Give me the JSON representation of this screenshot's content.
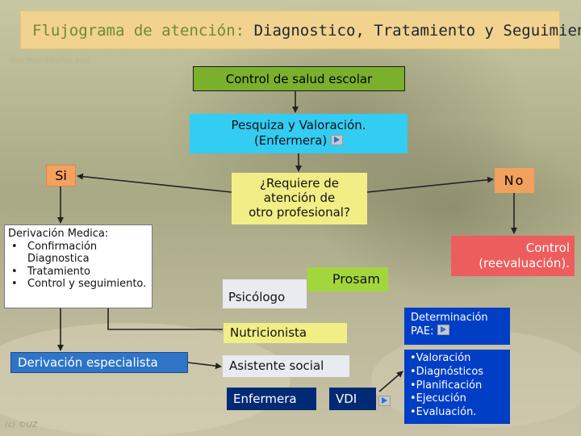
{
  "title": {
    "part1": "Flujograma de atención:",
    "part2": "Diagnostico, Tratamiento y Seguimiento"
  },
  "faded_subtitle": "Hay mas detalles aquí",
  "nodes": {
    "control_salud": "Control de salud escolar",
    "pesquiza_line1": "Pesquiza y Valoración.",
    "pesquiza_line2": "(Enfermera)",
    "si": "Si",
    "no": "No",
    "requiere_line1": "¿Requiere de",
    "requiere_line2": "atención de",
    "requiere_line3": "otro profesional?",
    "derivacion_title": "Derivación Medica:",
    "derivacion_items": [
      "Confirmación Diagnostica",
      "Tratamiento",
      "Control y seguimiento."
    ],
    "reevaluacion_line1": "Control",
    "reevaluacion_line2": "(reevaluación).",
    "prosam": "Prosam",
    "psicologo": "Psicólogo",
    "determinacion_line1": "Determinación",
    "determinacion_line2": "PAE:",
    "nutricionista": "Nutricionista",
    "especialista": "Derivación especialista",
    "asistente": "Asistente social",
    "valoracion_items": [
      "•Valoración",
      "•Diagnósticos",
      "•Planificación",
      "•Ejecución",
      "•Evaluación."
    ],
    "enfermera": "Enfermera",
    "vdi": "VDI"
  },
  "icons": [
    "play-icon"
  ],
  "copyright": "(c) ©UZ"
}
